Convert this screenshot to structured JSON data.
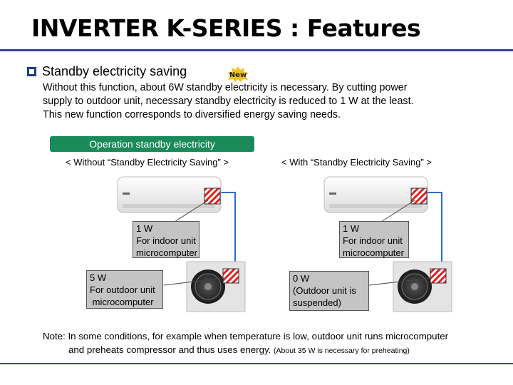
{
  "title": "INVERTER K-SERIES : Features",
  "bullet": {
    "title": "Standby electricity saving",
    "badge": "New",
    "description_lines": [
      "Without this function, about 6W standby electricity is necessary.  By cutting power",
      "supply to outdoor unit, necessary standby electricity is reduced to 1 W at the least.",
      "This new function corresponds to diversified energy saving needs."
    ]
  },
  "operation_label": "Operation standby electricity",
  "panels": {
    "left": {
      "heading": "< Without “Standby Electricity Saving” >",
      "indoor_lines": [
        "1 W",
        "For indoor unit",
        "microcomputer"
      ],
      "outdoor_lines": [
        "5 W",
        "For outdoor unit",
        " microcomputer"
      ]
    },
    "right": {
      "heading": "< With “Standby Electricity Saving” >",
      "indoor_lines": [
        "1 W",
        "For indoor unit",
        "microcomputer"
      ],
      "outdoor_lines": [
        "0 W",
        "(Outdoor unit is",
        "suspended)"
      ]
    }
  },
  "note": {
    "line1": "Note: In some conditions, for example when temperature is low, outdoor unit runs microcomputer",
    "line2": "and preheats compressor and thus uses energy.",
    "line2_small": "(About 35 W is necessary for preheating)"
  },
  "colors": {
    "accent_rule": "#3b3f96",
    "pill_green": "#1a8a58",
    "pipe_blue": "#2b6fc7",
    "hatch_red": "#e02020",
    "callout_gray": "#c4c4c4",
    "badge_yellow": "#f3c21b"
  }
}
